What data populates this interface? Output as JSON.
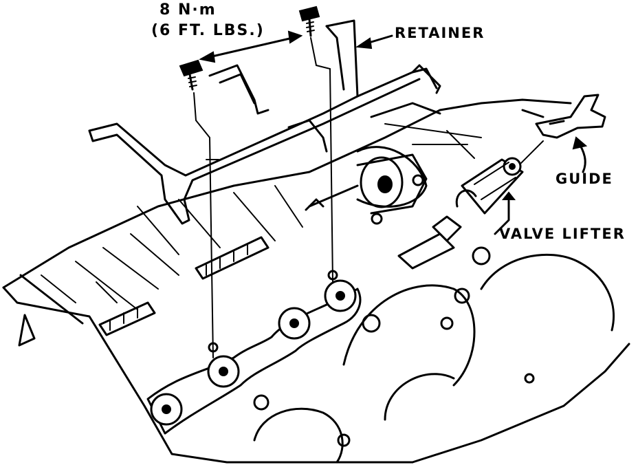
{
  "labels": {
    "torque_line1": "8 N·m",
    "torque_line2": "(6 FT. LBS.)",
    "retainer": "RETAINER",
    "guide": "GUIDE",
    "valve_lifter": "VALVE LIFTER"
  },
  "colors": {
    "ink": "#000000",
    "paper": "#ffffff"
  }
}
